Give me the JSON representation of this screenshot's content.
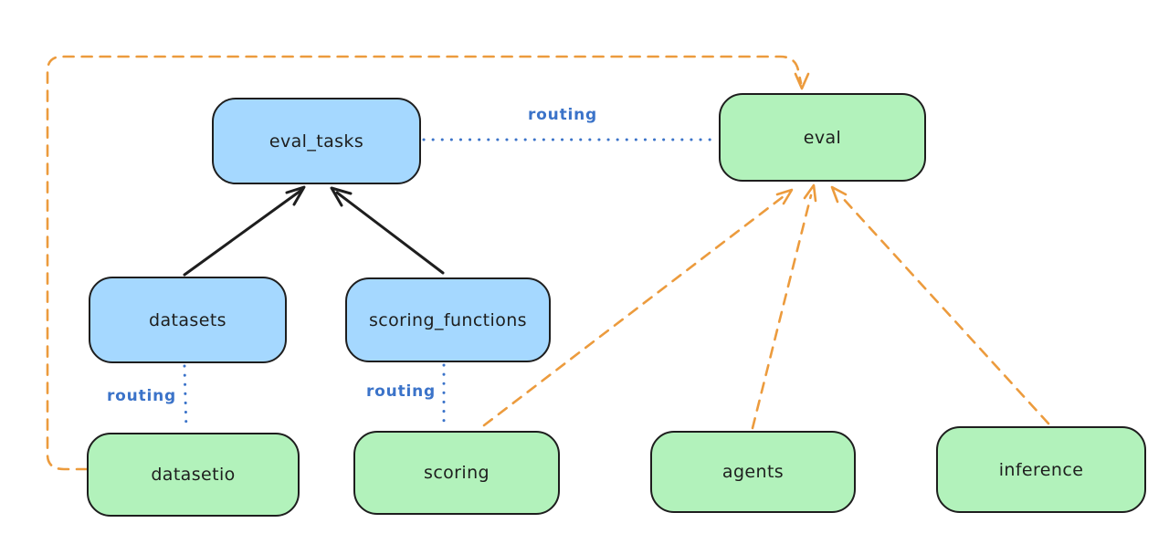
{
  "diagram": {
    "nodes": [
      {
        "id": "eval_tasks",
        "label": "eval_tasks",
        "fill": "#a5d8ff"
      },
      {
        "id": "eval",
        "label": "eval",
        "fill": "#b2f2bb"
      },
      {
        "id": "datasets",
        "label": "datasets",
        "fill": "#a5d8ff"
      },
      {
        "id": "scoring_functions",
        "label": "scoring_functions",
        "fill": "#a5d8ff"
      },
      {
        "id": "datasetio",
        "label": "datasetio",
        "fill": "#b2f2bb"
      },
      {
        "id": "scoring",
        "label": "scoring",
        "fill": "#b2f2bb"
      },
      {
        "id": "agents",
        "label": "agents",
        "fill": "#b2f2bb"
      },
      {
        "id": "inference",
        "label": "inference",
        "fill": "#b2f2bb"
      }
    ],
    "edges": [
      {
        "from": "datasets",
        "to": "eval_tasks",
        "style": "solid-arrow",
        "color": "#1e1e1e"
      },
      {
        "from": "scoring_functions",
        "to": "eval_tasks",
        "style": "solid-arrow",
        "color": "#1e1e1e"
      },
      {
        "from": "eval_tasks",
        "to": "eval",
        "style": "dotted-line",
        "color": "#3b73c9",
        "label": "routing"
      },
      {
        "from": "datasets",
        "to": "datasetio",
        "style": "dotted-line",
        "color": "#3b73c9",
        "label": "routing"
      },
      {
        "from": "scoring_functions",
        "to": "scoring",
        "style": "dotted-line",
        "color": "#3b73c9",
        "label": "routing"
      },
      {
        "from": "datasetio",
        "to": "eval",
        "style": "dashed-arrow",
        "color": "#ec9b3d"
      },
      {
        "from": "scoring",
        "to": "eval",
        "style": "dashed-arrow",
        "color": "#ec9b3d"
      },
      {
        "from": "agents",
        "to": "eval",
        "style": "dashed-arrow",
        "color": "#ec9b3d"
      },
      {
        "from": "inference",
        "to": "eval",
        "style": "dashed-arrow",
        "color": "#ec9b3d"
      }
    ],
    "colors": {
      "node_blue_fill": "#a5d8ff",
      "node_green_fill": "#b2f2bb",
      "node_stroke": "#1e1e1e",
      "routing_blue": "#3b73c9",
      "arrow_orange": "#ec9b3d",
      "background": "#ffffff"
    }
  }
}
